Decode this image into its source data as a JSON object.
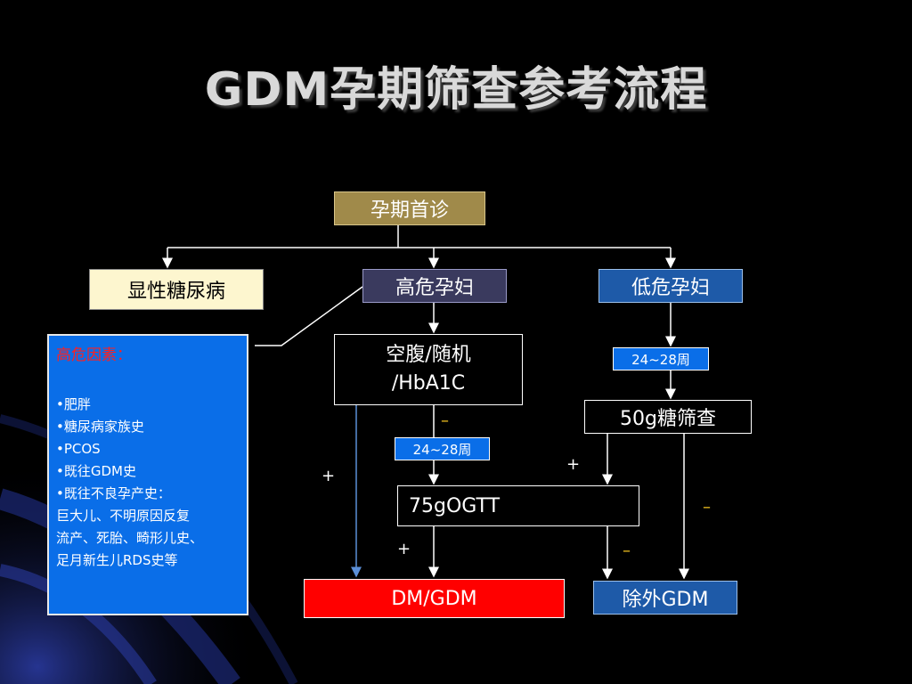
{
  "title": "GDM孕期筛查参考流程",
  "boxes": {
    "first_visit": "孕期首诊",
    "overt_diabetes": "显性糖尿病",
    "high_risk": "高危孕妇",
    "low_risk": "低危孕妇",
    "fasting_line1": "空腹/随机",
    "fasting_line2": "/HbA1C",
    "screen_50g": "50g糖筛查",
    "ogtt_75g": "75gOGTT",
    "dm_gdm": "DM/GDM",
    "exclude_gdm": "除外GDM"
  },
  "week_labels": {
    "low_risk_weeks": "24~28周",
    "high_risk_weeks": "24~28周"
  },
  "risk_factors": {
    "heading": "高危因素：",
    "items": [
      "•肥胖",
      "•糖尿病家族史",
      "•PCOS",
      "•既往GDM史",
      "•既往不良孕产史：",
      "巨大儿、不明原因反复",
      "流产、死胎、畸形儿史、",
      "足月新生儿RDS史等"
    ]
  },
  "signs": {
    "fasting_negative": "–",
    "fasting_positive": "+",
    "screen_positive": "+",
    "screen_negative": "–",
    "ogtt_positive": "+",
    "ogtt_negative": "–"
  }
}
